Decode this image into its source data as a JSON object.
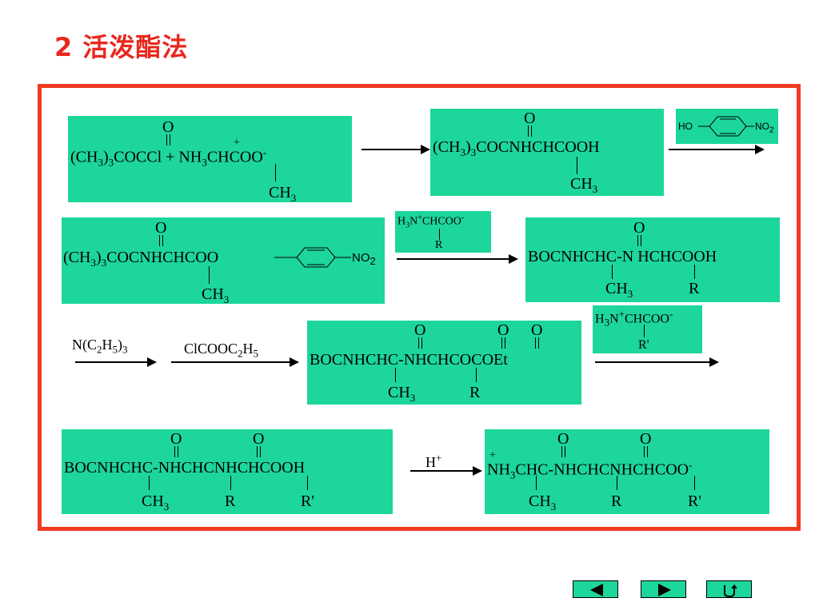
{
  "title": "2  活泼酯法",
  "boxes": {
    "r1a": {
      "line1": "(CH",
      "l1s1": "3",
      "l1b": ")",
      "l1s2": "3",
      "l1c": "COCCl  +  NH",
      "l1s3": "3",
      "l1d": "CHCOO",
      "sup_minus": "-",
      "plus": "+",
      "o": "O",
      "ch": "CH",
      "ch_s": "3"
    },
    "r1b": {
      "o": "O",
      "l1": "(CH",
      "s1": "3",
      "l1b": ")",
      "s2": "3",
      "l1c": "COCNHCHCOOH",
      "ch": "CH",
      "ch_s": "3"
    },
    "r1c": {
      "ho": "HO",
      "no": "NO",
      "no_s": "2"
    },
    "r2a": {
      "o": "O",
      "l1": "(CH",
      "s1": "3",
      "l1b": ")",
      "s2": "3",
      "l1c": "COCNHCHCOO",
      "no": "NO",
      "no_s": "2",
      "ch": "CH",
      "ch_s": "3"
    },
    "r2b": {
      "l1": "H",
      "s1": "3",
      "l1b": "N",
      "plus": "+",
      "l1c": "CHCOO",
      "minus": "-",
      "r": "R"
    },
    "r2c": {
      "o": "O",
      "l1": "BOCNHCHC-N  HCHCOOH",
      "ch": "CH",
      "ch_s": "3",
      "r": "R"
    },
    "r3a": {
      "l1": "N(C",
      "s1": "2",
      "l1b": "H",
      "s2": "5",
      "l1c": ")",
      "s3": "3"
    },
    "r3b": {
      "l1": "ClCOOC",
      "s1": "2",
      "l1b": "H",
      "s2": "5"
    },
    "r3c": {
      "o1": "O",
      "o2": "O",
      "o3": "O",
      "l1": "BOCNHCHC-NHCHCOCOEt",
      "ch": "CH",
      "ch_s": "3",
      "r": "R"
    },
    "r3d": {
      "l1": "H",
      "s1": "3",
      "l1b": "N",
      "plus": "+",
      "l1c": "CHCOO",
      "minus": "-",
      "r": "R'"
    },
    "r4a": {
      "o1": "O",
      "o2": "O",
      "l1": "BOCNHCHC-NHCHCNHCHCOOH",
      "ch": "CH",
      "ch_s": "3",
      "r1": "R",
      "r2": "R'"
    },
    "r4b": {
      "h": "H",
      "plus": "+"
    },
    "r4c": {
      "o1": "O",
      "o2": "O",
      "plus": "+",
      "l1": "NH",
      "s1": "3",
      "l1b": "CHC-NHCHCNHCHCOO",
      "minus": "-",
      "ch": "CH",
      "ch_s": "3",
      "r1": "R",
      "r2": "R'"
    }
  },
  "nav": {
    "prev": "previous-slide",
    "next": "next-slide",
    "return": "return"
  },
  "colors": {
    "box": "#1dd69b",
    "frame": "#f03a21",
    "title": "#e8281e"
  }
}
